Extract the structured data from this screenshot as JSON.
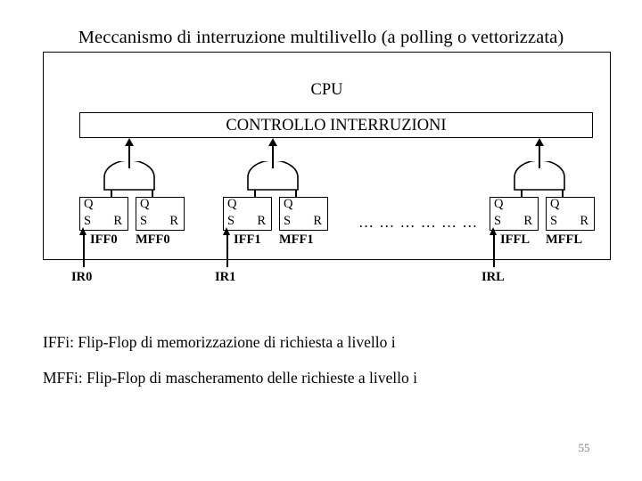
{
  "slide": {
    "title": "Meccanismo di interruzione multilivello (a polling o vettorizzata)",
    "page_number": "55",
    "background_color": "#ffffff",
    "line_color": "#000000",
    "page_number_color": "#808080"
  },
  "cpu": {
    "label": "CPU",
    "controller": {
      "label": "CONTROLLO INTERRUZIONI"
    }
  },
  "levels": [
    {
      "id": "level-0",
      "request_line": "IR0",
      "interrupt_ff": {
        "name": "IFF0",
        "q": "Q",
        "s": "S",
        "r": "R"
      },
      "mask_ff": {
        "name": "MFF0",
        "q": "Q",
        "s": "S",
        "r": "R"
      }
    },
    {
      "id": "level-1",
      "request_line": "IR1",
      "interrupt_ff": {
        "name": "IFF1",
        "q": "Q",
        "s": "S",
        "r": "R"
      },
      "mask_ff": {
        "name": "MFF1",
        "q": "Q",
        "s": "S",
        "r": "R"
      }
    },
    {
      "id": "level-L",
      "request_line": "IRL",
      "interrupt_ff": {
        "name": "IFFL",
        "q": "Q",
        "s": "S",
        "r": "R"
      },
      "mask_ff": {
        "name": "MFFL",
        "q": "Q",
        "s": "S",
        "r": "R"
      }
    }
  ],
  "ellipsis": "… … … … … …",
  "legend": {
    "line1": "IFFi: Flip-Flop di memorizzazione di richiesta a livello i",
    "line2": "MFFi: Flip-Flop di mascheramento delle richieste a livello i"
  }
}
